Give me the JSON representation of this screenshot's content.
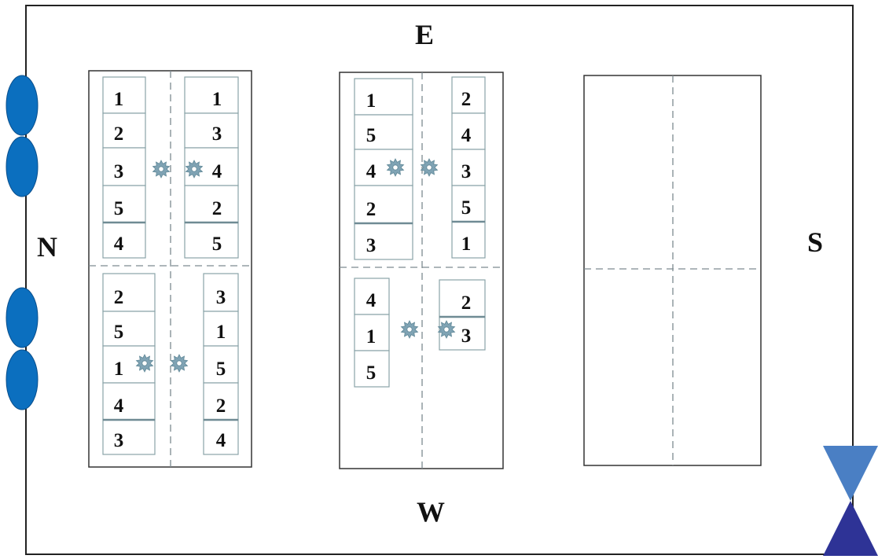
{
  "directions": {
    "north": "N",
    "east": "E",
    "south": "S",
    "west": "W"
  },
  "colors": {
    "fan": "#0b6fbf",
    "fan_stroke": "#0a4f8c",
    "valve_top": "#4a7fc4",
    "valve_bottom": "#2e3396",
    "cell_border": "#8aa3a8",
    "sprinkler": "#7fa3b4"
  },
  "icons": {
    "fan": "fan-icon",
    "sprinkler": "sprinkler-icon",
    "valve": "valve-icon"
  },
  "benches": [
    {
      "name": "bench-1",
      "columns": [
        [
          "1",
          "2",
          "3",
          "5",
          "4"
        ],
        [
          "1",
          "3",
          "4",
          "2",
          "5"
        ],
        [
          "2",
          "5",
          "1",
          "4",
          "3"
        ],
        [
          "3",
          "1",
          "5",
          "2",
          "4"
        ]
      ]
    },
    {
      "name": "bench-2",
      "columns": [
        [
          "1",
          "5",
          "4",
          "2",
          "3"
        ],
        [
          "2",
          "4",
          "3",
          "5",
          "1"
        ],
        [
          "4",
          "1",
          "5"
        ],
        [
          "2",
          "3"
        ]
      ]
    },
    {
      "name": "bench-3",
      "columns": []
    }
  ]
}
